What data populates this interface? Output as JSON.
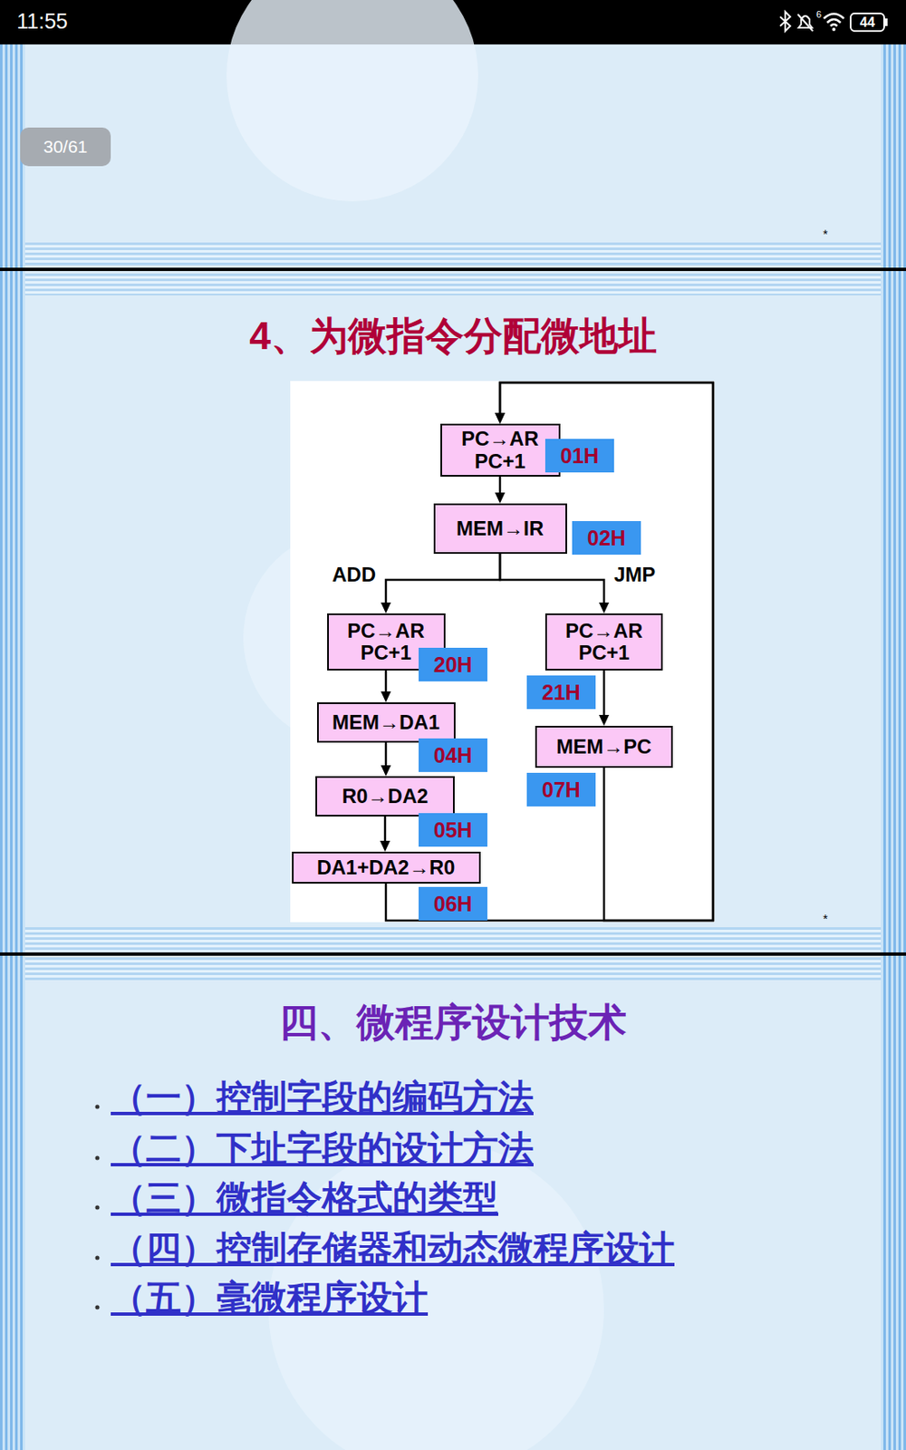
{
  "diagram": {
    "title": "4、为微指令分配微地址",
    "nodes": [
      {
        "text": [
          "PC→AR PC+1"
        ]
      },
      {
        "text": [
          "MEM→IR"
        ]
      },
      {
        "text": [
          "PC→AR PC+1"
        ]
      },
      {
        "text": [
          "MEM→DA1"
        ]
      },
      {
        "text": [
          "R0→DA2"
        ]
      },
      {
        "text": [
          "DA1+DA2→R0"
        ]
      },
      {
        "text": [
          "PC→AR PC+1"
        ]
      },
      {
        "text": [
          "MEM→PC"
        ]
      }
    ],
    "edges": [
      {
        "from": 0,
        "to": 1,
        "arrow": "to"
      },
      {
        "from": 1,
        "to": 2,
        "label": "ADD",
        "arrow": "to"
      },
      {
        "from": 1,
        "to": 6,
        "label": "JMP",
        "arrow": "to"
      },
      {
        "from": 2,
        "to": 3,
        "arrow": "to"
      },
      {
        "from": 3,
        "to": 4,
        "arrow": "to"
      },
      {
        "from": 4,
        "to": 5,
        "arrow": "to"
      },
      {
        "from": 5,
        "to": 0,
        "arrow": "to"
      },
      {
        "from": 6,
        "to": 7,
        "arrow": "to"
      },
      {
        "from": 7,
        "to": 0,
        "arrow": "to"
      }
    ],
    "labels": [
      "11:55",
      "6",
      "44",
      "30/61",
      "*",
      "01H",
      "02H",
      "20H",
      "21H",
      "04H",
      "05H",
      "06H",
      "07H",
      "*",
      "四、微程序设计技术",
      "（一）控制字段的编码方法",
      "（二）下址字段的设计方法",
      "（三）微指令格式的类型",
      "（四）控制存储器和动态微程序设计",
      "（五）毫微程序设计"
    ]
  }
}
